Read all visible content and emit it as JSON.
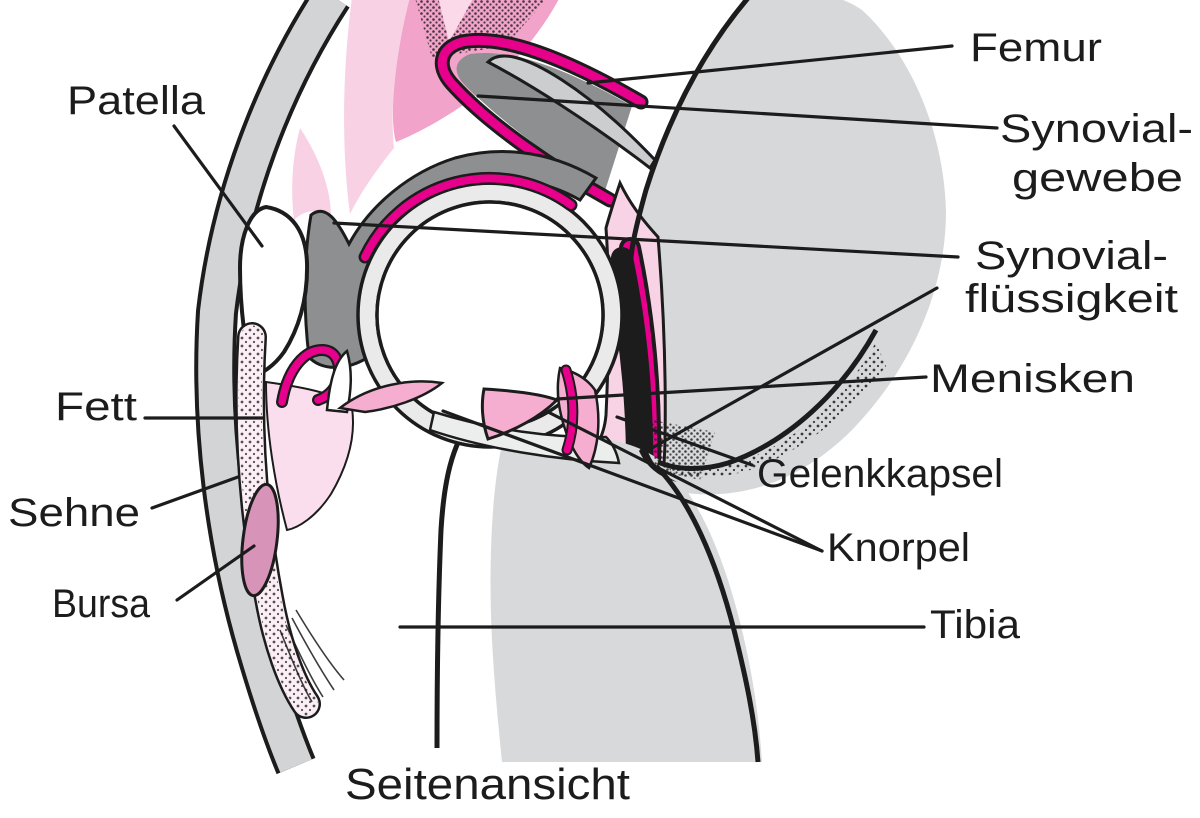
{
  "figure": {
    "type": "anatomical-diagram",
    "subject": "Kniegelenk (knee joint), sagittal section",
    "caption": "Seitenansicht",
    "labels": {
      "patella": "Patella",
      "fett": "Fett",
      "sehne": "Sehne",
      "bursa": "Bursa",
      "femur": "Femur",
      "synovialgewebe1": "Synovial-",
      "synovialgewebe2": "gewebe",
      "synovialfluessigkeit1": "Synovial-",
      "synovialfluessigkeit2": "flüssigkeit",
      "menisken": "Menisken",
      "gelenkkapsel": "Gelenkkapsel",
      "knorpel": "Knorpel",
      "tibia": "Tibia"
    },
    "colors": {
      "outline": "#1c1c1c",
      "bone_gray": "#d7d8da",
      "cartilage_gray": "#e9eae9",
      "synovial_fluid_gray": "#8d8f91",
      "synovial_tissue_magenta": "#e6008c",
      "muscle_pink": "#f1a3ca",
      "capsule_pale_pink": "#f8d3e5",
      "fat_pale_pink": "#fbdeed",
      "meniscus_pink": "#f5aed0",
      "bursa_pink": "#d893b8",
      "background": "#ffffff"
    }
  }
}
